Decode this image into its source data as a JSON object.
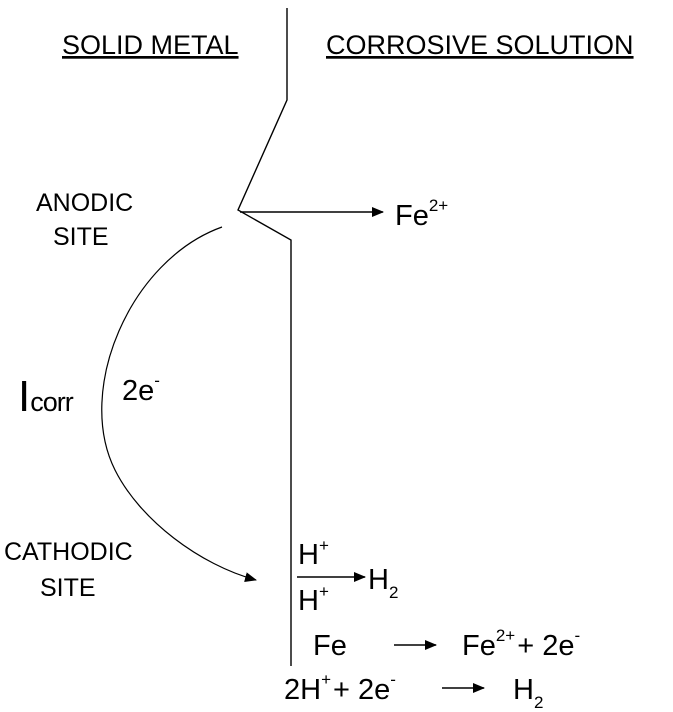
{
  "headers": {
    "left": "SOLID METAL",
    "right": "CORROSIVE SOLUTION"
  },
  "labels": {
    "anodic_line1": "ANODIC",
    "anodic_line2": "SITE",
    "cathodic_line1": "CATHODIC",
    "cathodic_line2": "SITE",
    "current_main": "I",
    "current_sub": "corr",
    "electrons_base": "2e",
    "electrons_sup": "-"
  },
  "species": {
    "fe_base": "Fe",
    "fe_sup": "2+",
    "h_top_base": "H",
    "h_top_sup": "+",
    "h_bot_base": "H",
    "h_bot_sup": "+",
    "h2_base": "H",
    "h2_sub": "2"
  },
  "equations": {
    "eq1_left": "Fe",
    "eq1_right_base": "Fe",
    "eq1_right_sup": "2+",
    "eq1_plus": "+ 2e",
    "eq1_e_sup": "-",
    "eq2_left_base": "2H",
    "eq2_left_sup": "+",
    "eq2_mid": "+ 2e",
    "eq2_e_sup": "-",
    "eq2_right_base": "H",
    "eq2_right_sub": "2"
  },
  "colors": {
    "ink": "#000000",
    "background": "#ffffff"
  }
}
